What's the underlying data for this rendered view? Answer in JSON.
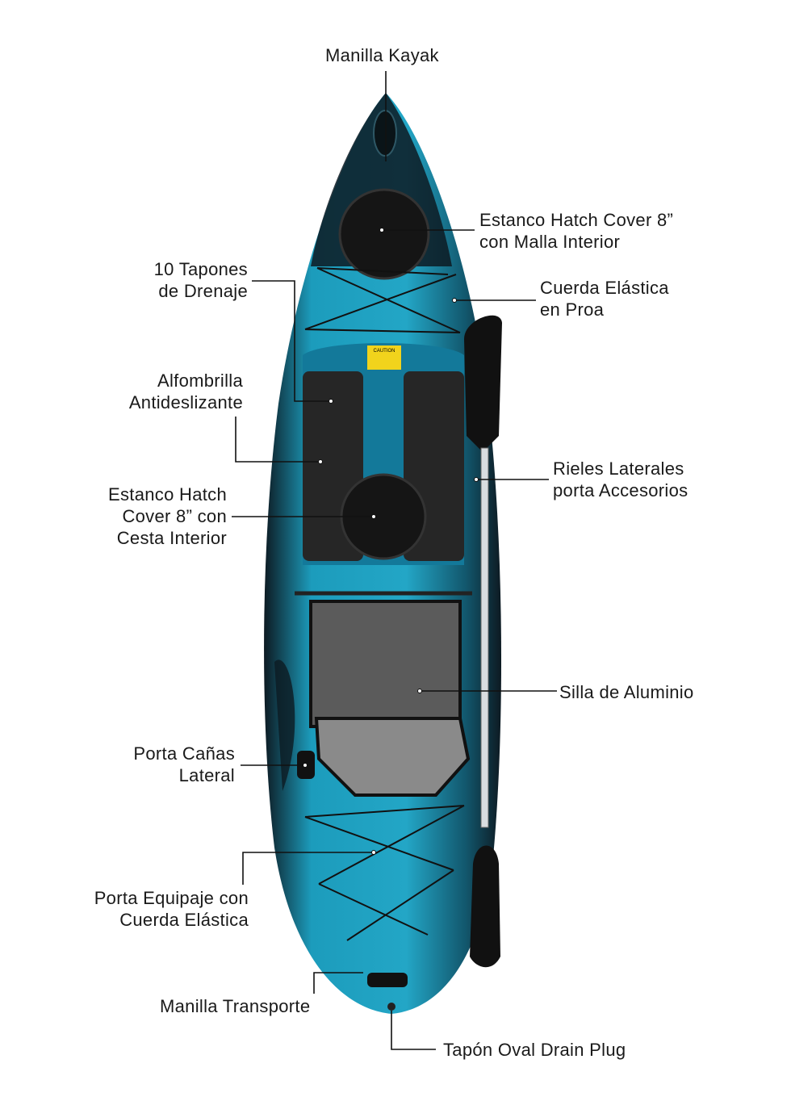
{
  "colors": {
    "hull_teal": "#1c9cbc",
    "hull_dark": "#0d1a22",
    "deck_mat": "#2a2a2a",
    "line": "#111111"
  },
  "labels": {
    "handle_bow": [
      "Manilla Kayak"
    ],
    "hatch_front": [
      "Estanco Hatch Cover 8”",
      "con Malla Interior"
    ],
    "drain_plugs": [
      "10 Tapones",
      "de Drenaje"
    ],
    "bow_bungee": [
      "Cuerda Elástica",
      "en Proa"
    ],
    "mat": [
      "Alfombrilla",
      "Antideslizante"
    ],
    "rails": [
      "Rieles Laterales",
      "porta Accesorios"
    ],
    "hatch_center": [
      "Estanco Hatch",
      "Cover 8” con",
      "Cesta Interior"
    ],
    "seat": [
      "Silla de Aluminio"
    ],
    "rod_holder": [
      "Porta Cañas",
      "Lateral"
    ],
    "stern_storage": [
      "Porta Equipaje con",
      "Cuerda Elástica"
    ],
    "carry_handle": [
      "Manilla Transporte"
    ],
    "drain_plug_oval": [
      "Tapón Oval Drain Plug"
    ]
  },
  "caution_sticker": "CAUTION"
}
